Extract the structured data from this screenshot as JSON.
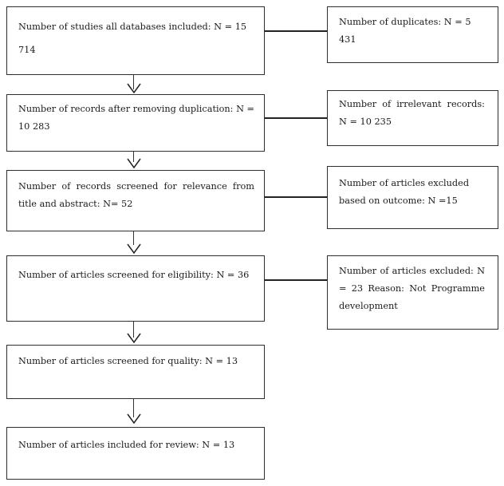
{
  "diagram": {
    "type": "prisma-flow-diagram",
    "orientation": "vertical",
    "box_border_color": "#2e2e2e",
    "background_color": "#ffffff",
    "text_color": "#1b1b1b",
    "main_flow": [
      {
        "id": "identification",
        "text": "Number of studies all databases included: N = 15 714",
        "count": 15714
      },
      {
        "id": "after-duplication",
        "text": "Number of records after removing duplication: N = 10 283",
        "count": 10283
      },
      {
        "id": "screened-relevance",
        "text": "Number of records screened for relevance from title and abstract: N= 52",
        "count": 52
      },
      {
        "id": "screened-eligibility",
        "text": "Number of articles screened for eligibility: N = 36",
        "count": 36
      },
      {
        "id": "screened-quality",
        "text": "Number of articles screened for quality: N = 13",
        "count": 13
      },
      {
        "id": "included-review",
        "text": "Number of articles included for review: N = 13",
        "count": 13
      }
    ],
    "exclusions": [
      {
        "id": "duplicates",
        "text": "Number of duplicates: N = 5 431",
        "count": 5431
      },
      {
        "id": "irrelevant-records",
        "text": "Number of irrelevant records: N = 10 235",
        "count": 10235
      },
      {
        "id": "excluded-outcome",
        "text": "Number of articles excluded based on outcome: N =15",
        "count": 15
      },
      {
        "id": "excluded-reason",
        "text": "Number of articles excluded: N = 23 Reason: Not Programme development",
        "count": 23
      }
    ]
  }
}
